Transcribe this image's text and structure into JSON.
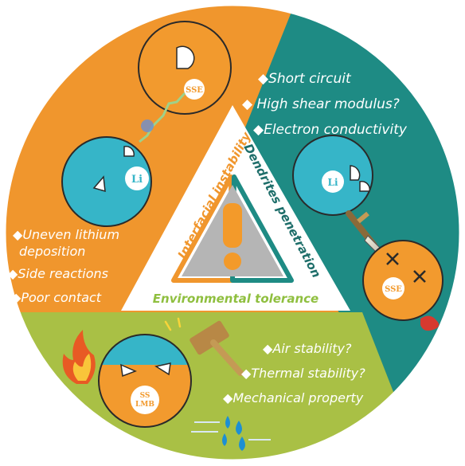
{
  "colors": {
    "orange": "#f0962d",
    "teal": "#1e8b84",
    "green": "#a9c045",
    "ball_cyan": "#36b5c8",
    "ball_orange": "#f29a2e",
    "inner_orange": "#f0962d",
    "inner_green": "#8fbf3f",
    "warning_orange": "#f39a2a"
  },
  "sections": {
    "orange": {
      "bullets": [
        "Uneven lithium",
        "deposition",
        "Side reactions",
        "Poor contact"
      ]
    },
    "teal": {
      "bullets": [
        "Short circuit",
        "High shear modulus?",
        "Electron conductivity"
      ]
    },
    "green": {
      "bullets": [
        "Air stability?",
        "Thermal stability?",
        "Mechanical property"
      ]
    }
  },
  "triangle": {
    "left_label": "Interfacial instability",
    "right_label": "Dendrites penetration",
    "bottom_label": "Environmental tolerance"
  },
  "characters": {
    "sse_top": "SSE",
    "li_left": "Li",
    "li_right": "Li",
    "sse_right": "SSE",
    "sslmb_line1": "SS",
    "sslmb_line2": "LMB"
  }
}
